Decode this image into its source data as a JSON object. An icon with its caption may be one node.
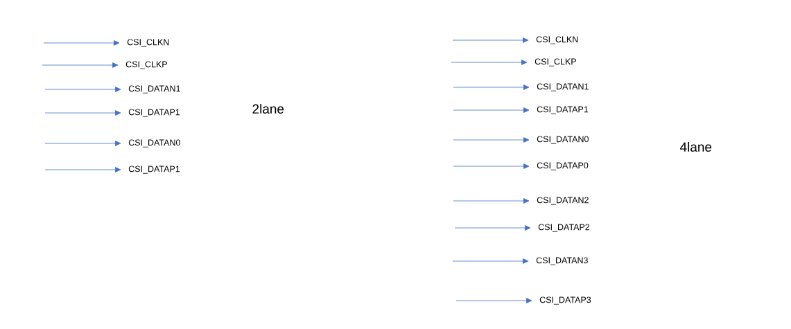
{
  "diagram": {
    "nodes": [
      {
        "text": [
          "CSI_CLKN"
        ]
      },
      {
        "text": [
          "CSI_CLKP"
        ]
      },
      {
        "text": [
          "CSI_DATAN1"
        ]
      },
      {
        "text": [
          "CSI_DATAP1"
        ]
      },
      {
        "text": [
          "CSI_DATAN0"
        ]
      },
      {
        "text": [
          "CSI_DATAP1"
        ]
      },
      {
        "text": [
          "CSI_CLKN"
        ]
      },
      {
        "text": [
          "CSI_CLKP"
        ]
      },
      {
        "text": [
          "CSI_DATAN1"
        ]
      },
      {
        "text": [
          "CSI_DATAP1"
        ]
      },
      {
        "text": [
          "CSI_DATAN0"
        ]
      },
      {
        "text": [
          "CSI_DATAP0"
        ]
      },
      {
        "text": [
          "CSI_DATAN2"
        ]
      },
      {
        "text": [
          "CSI_DATAP2"
        ]
      },
      {
        "text": [
          "CSI_DATAN3"
        ]
      },
      {
        "text": [
          "CSI_DATAP3"
        ]
      }
    ],
    "edges": [
      {
        "from": null,
        "to": 0,
        "arrow": "to"
      },
      {
        "from": null,
        "to": 1,
        "arrow": "to"
      },
      {
        "from": null,
        "to": 2,
        "arrow": "to"
      },
      {
        "from": null,
        "to": 3,
        "arrow": "to"
      },
      {
        "from": null,
        "to": 4,
        "arrow": "to"
      },
      {
        "from": null,
        "to": 5,
        "arrow": "to"
      },
      {
        "from": null,
        "to": 6,
        "arrow": "to"
      },
      {
        "from": null,
        "to": 7,
        "arrow": "to"
      },
      {
        "from": null,
        "to": 8,
        "arrow": "to"
      },
      {
        "from": null,
        "to": 9,
        "arrow": "to"
      },
      {
        "from": null,
        "to": 10,
        "arrow": "to"
      },
      {
        "from": null,
        "to": 11,
        "arrow": "to"
      },
      {
        "from": null,
        "to": 12,
        "arrow": "to"
      },
      {
        "from": null,
        "to": 13,
        "arrow": "to"
      },
      {
        "from": null,
        "to": 14,
        "arrow": "to"
      },
      {
        "from": null,
        "to": 15,
        "arrow": "to"
      }
    ],
    "labels": [
      "2lane",
      "4lane"
    ]
  }
}
